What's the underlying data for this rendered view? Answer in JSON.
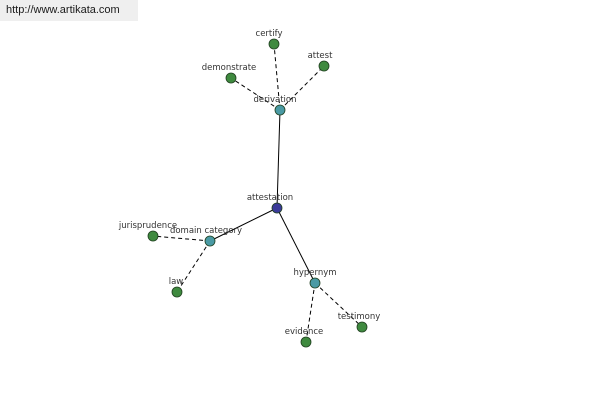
{
  "banner": {
    "url_text": "http://www.artikata.com"
  },
  "graph": {
    "colors": {
      "root_node": "#3b3b9a",
      "relation_node": "#4a9aa4",
      "leaf_node": "#3f8a3f",
      "node_outline": "#1f3f1f",
      "edge": "#000000"
    },
    "nodes": [
      {
        "id": "attestation",
        "label": "attestation",
        "kind": "root"
      },
      {
        "id": "derivation",
        "label": "derivation",
        "kind": "relation"
      },
      {
        "id": "domain_category",
        "label": "domain category",
        "kind": "relation"
      },
      {
        "id": "hypernym",
        "label": "hypernym",
        "kind": "relation"
      },
      {
        "id": "certify",
        "label": "certify",
        "kind": "leaf"
      },
      {
        "id": "attest",
        "label": "attest",
        "kind": "leaf"
      },
      {
        "id": "demonstrate",
        "label": "demonstrate",
        "kind": "leaf"
      },
      {
        "id": "jurisprudence",
        "label": "jurisprudence",
        "kind": "leaf"
      },
      {
        "id": "law",
        "label": "law",
        "kind": "leaf"
      },
      {
        "id": "testimony",
        "label": "testimony",
        "kind": "leaf"
      },
      {
        "id": "evidence",
        "label": "evidence",
        "kind": "leaf"
      }
    ],
    "edges": [
      {
        "from": "attestation",
        "to": "derivation",
        "style": "solid"
      },
      {
        "from": "attestation",
        "to": "domain_category",
        "style": "solid"
      },
      {
        "from": "attestation",
        "to": "hypernym",
        "style": "solid"
      },
      {
        "from": "derivation",
        "to": "certify",
        "style": "dashed"
      },
      {
        "from": "derivation",
        "to": "attest",
        "style": "dashed"
      },
      {
        "from": "derivation",
        "to": "demonstrate",
        "style": "dashed"
      },
      {
        "from": "domain_category",
        "to": "jurisprudence",
        "style": "dashed"
      },
      {
        "from": "domain_category",
        "to": "law",
        "style": "dashed"
      },
      {
        "from": "hypernym",
        "to": "testimony",
        "style": "dashed"
      },
      {
        "from": "hypernym",
        "to": "evidence",
        "style": "dashed"
      }
    ]
  }
}
